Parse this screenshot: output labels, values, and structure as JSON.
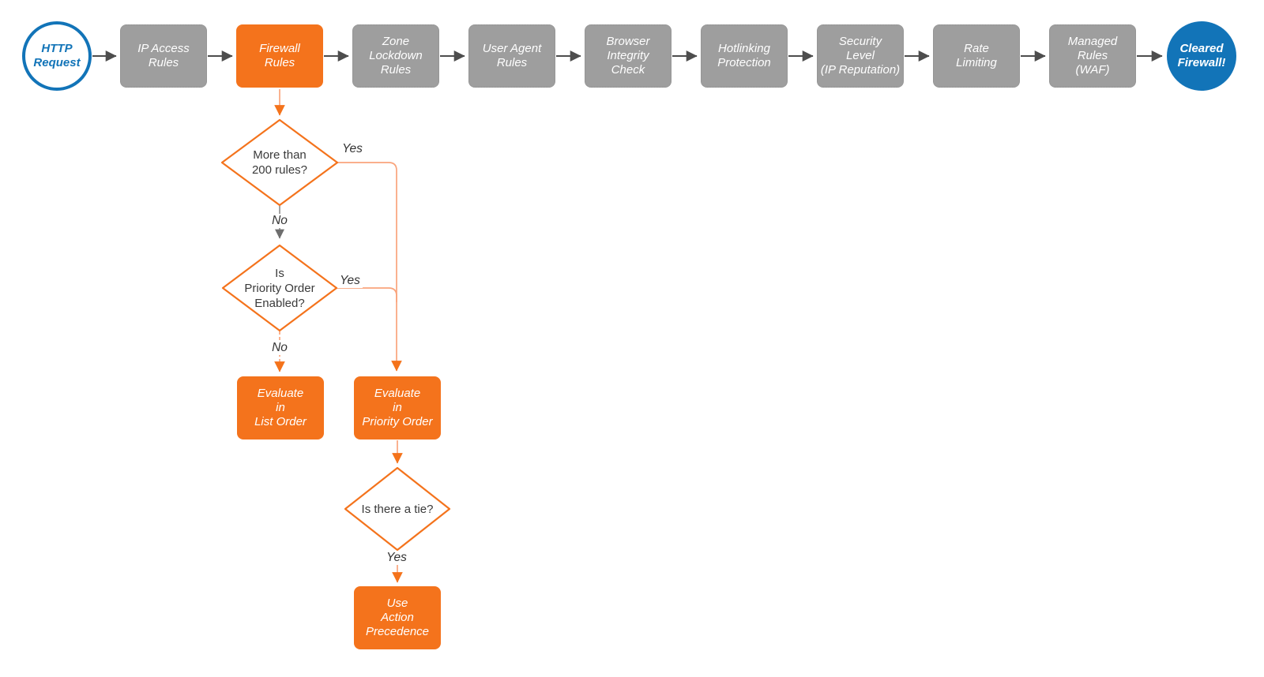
{
  "palette": {
    "orange": "#F4731C",
    "orange_light_line": "#F9A47C",
    "gray_node": "#9E9E9E",
    "arrow_dark": "#4D4D4D",
    "blue": "#1274B8",
    "text_dark": "#3A3A3A"
  },
  "pipeline": {
    "start": {
      "label": "HTTP\nRequest"
    },
    "steps": [
      {
        "label": "IP Access\nRules"
      },
      {
        "label": "Firewall\nRules",
        "highlighted": true
      },
      {
        "label": "Zone\nLockdown\nRules"
      },
      {
        "label": "User Agent\nRules"
      },
      {
        "label": "Browser\nIntegrity\nCheck"
      },
      {
        "label": "Hotlinking\nProtection"
      },
      {
        "label": "Security\nLevel\n(IP Reputation)"
      },
      {
        "label": "Rate\nLimiting"
      },
      {
        "label": "Managed\nRules\n(WAF)"
      }
    ],
    "end": {
      "label": "Cleared\nFirewall!"
    }
  },
  "decision_tree": {
    "rules_count": {
      "question": "More than\n200 rules?",
      "yes": "Yes",
      "no": "No"
    },
    "priority_enabled": {
      "question": "Is\nPriority Order\nEnabled?",
      "yes": "Yes",
      "no": "No"
    },
    "tie": {
      "question": "Is there a tie?",
      "yes": "Yes"
    },
    "evaluate_list_order": {
      "label": "Evaluate\nin\nList Order"
    },
    "evaluate_priority_order": {
      "label": "Evaluate\nin\nPriority Order"
    },
    "use_action_precedence": {
      "label": "Use\nAction\nPrecedence"
    }
  }
}
